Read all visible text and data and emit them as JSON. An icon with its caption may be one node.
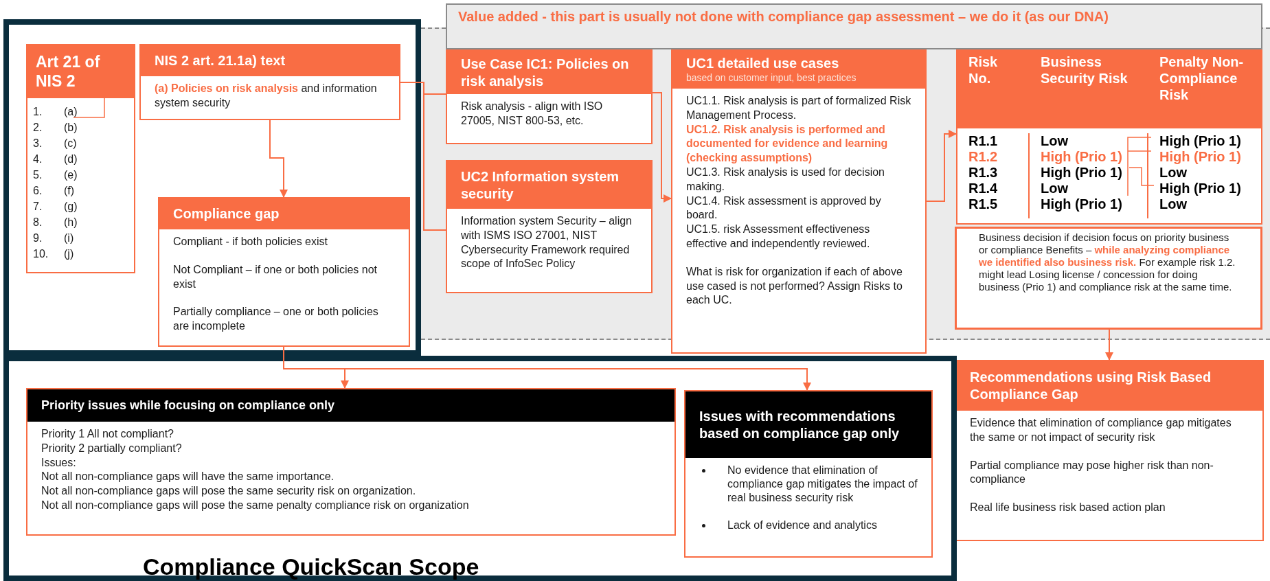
{
  "diagram": {
    "nodes": [
      {
        "text": [],
        "shape": "box"
      },
      {
        "text": [
          "Art 21 of NIS 2",
          "1.",
          "(a)",
          "2.",
          "(b)",
          "3.",
          "(c)",
          "4.",
          "(d)",
          "5.",
          "(e)",
          "6.",
          "(f)",
          "7.",
          "(g)",
          "8.",
          "(h)",
          "9.",
          "(i)",
          "10.",
          "(j)"
        ],
        "in": 0
      },
      {
        "text": [
          "NIS 2 art. 21.1a) text",
          "**(a) Policies on risk analysis** and information system security"
        ],
        "in": 0
      },
      {
        "text": [
          "Compliance gap",
          "Compliant  - if both policies exist",
          "Not Compliant – if one or both policies not exist",
          "Partially compliance – one or both policies are incomplete"
        ],
        "in": 0
      },
      {
        "text": [
          "Value added - this part is usually not done with compliance gap assessment – we do it (as our DNA)"
        ]
      },
      {
        "text": [
          "Use Case IC1: Policies on risk analysis",
          "Risk analysis - align with ISO 27005, NIST 800-53, etc."
        ],
        "in": 4
      },
      {
        "text": [
          "UC2 Information system security",
          "Information system Security – align with ISMS ISO 27001, NIST Cybersecurity Framework required scope of InfoSec Policy"
        ],
        "in": 4
      },
      {
        "text": [
          "UC1 detailed use cases",
          "based on customer input, best practices",
          "UC1.1. Risk analysis is part of formalized Risk Management Process.",
          "UC1.2. Risk analysis is performed and documented for evidence and learning (checking assumptions)",
          "UC1.3. Risk analysis is used for decision making.",
          "UC1.4. Risk assessment is approved by board.",
          "UC1.5. risk Assessment effectiveness effective and independently reviewed.",
          "What is risk for organization if each of above use cased is not performed? Assign Risks to each UC."
        ],
        "in": 4
      },
      {
        "text": [
          "Risk No.",
          "Business Security Risk",
          "Penalty Non-Compliance Risk",
          "R1.1",
          "Low",
          "High (Prio 1)",
          "R1.2",
          "High (Prio 1)",
          "High (Prio 1)",
          "R1.3",
          "High (Prio 1)",
          "Low",
          "R1.4",
          "Low",
          "High (Prio 1)",
          "R1.5",
          "High (Prio 1)",
          "Low"
        ],
        "in": 4
      },
      {
        "text": [
          "Business decision if decision focus on priority business or compliance Benefits – **while analyzing compliance we identified also business risk.** For example risk 1.2. might lead Losing license / concession for doing business (Prio 1) and compliance risk at the same time."
        ],
        "in": 4
      },
      {
        "text": [
          "Recommendations using Risk Based Compliance Gap",
          "Evidence that elimination of compliance gap mitigates the same or not impact of security risk",
          "Partial compliance may pose higher risk than non-compliance",
          "Real life business risk based action plan"
        ]
      },
      {
        "text": [
          "Compliance QuickScan Scope"
        ]
      },
      {
        "text": [
          "Priority issues while focusing on compliance only",
          "Priority 1 All not compliant?",
          "Priority 2 partially compliant?",
          "Issues:",
          "Not all non-compliance gaps will have the same importance.",
          "Not all non-compliance gaps will pose the same security risk on organization.",
          "Not all non-compliance gaps will pose the same penalty compliance risk on organization"
        ],
        "in": 11
      },
      {
        "text": [
          "Issues with recommendations based on compliance gap only",
          "No evidence that elimination of compliance gap mitigates the impact of real business security risk",
          "Lack of evidence and analytics"
        ],
        "in": 11
      }
    ],
    "edges": [
      {
        "from": 2,
        "to": 3,
        "arrow": "to"
      },
      {
        "from": 2,
        "to": 5,
        "arrow": "none"
      },
      {
        "from": 2,
        "to": 6,
        "arrow": "none"
      },
      {
        "from": 5,
        "to": 7,
        "arrow": "to"
      },
      {
        "from": 7,
        "to": 8,
        "arrow": "to"
      },
      {
        "from": 9,
        "to": 10,
        "arrow": "to"
      },
      {
        "from": 3,
        "to": 12,
        "arrow": "to"
      },
      {
        "from": 3,
        "to": 13,
        "arrow": "to"
      }
    ]
  }
}
